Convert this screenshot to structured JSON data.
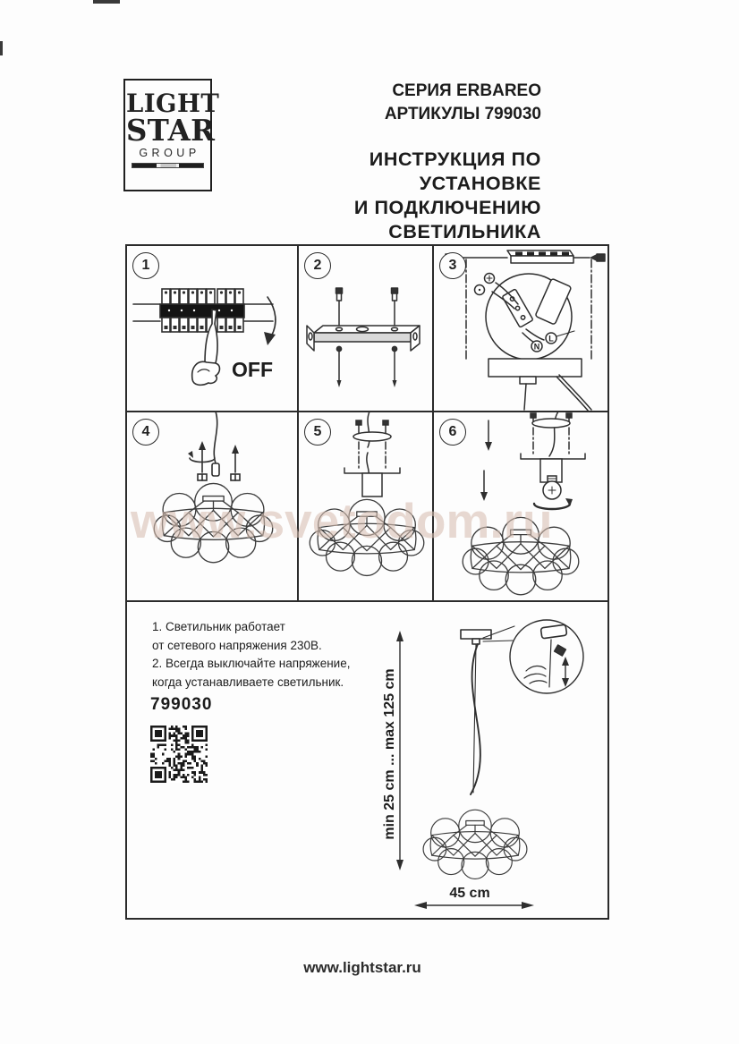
{
  "document": {
    "background": "#fdfdfd",
    "ink_color": "#2e2e2e",
    "watermark_text": "www.svetodom.ru",
    "watermark_color": "#d8bfb2",
    "footer_url": "www.lightstar.ru"
  },
  "logo": {
    "line1": "LIGHT",
    "line2": "STAR",
    "line3": "GROUP"
  },
  "header": {
    "series": "СЕРИЯ ERBAREO",
    "articles": "АРТИКУЛЫ 799030",
    "title_line1": "ИНСТРУКЦИЯ ПО УСТАНОВКЕ",
    "title_line2": "И ПОДКЛЮЧЕНИЮ СВЕТИЛЬНИКА"
  },
  "steps": [
    {
      "number": "1",
      "caption": "OFF"
    },
    {
      "number": "2"
    },
    {
      "number": "3",
      "wire_labels": {
        "l": "L",
        "n": "N"
      }
    },
    {
      "number": "4"
    },
    {
      "number": "5"
    },
    {
      "number": "6"
    }
  ],
  "notes": {
    "line1": "1. Светильник работает",
    "line2": "от сетевого напряжения 230В.",
    "line3": "2. Всегда выключайте напряжение,",
    "line4": "когда устанавливаете светильник."
  },
  "article_number": "799030",
  "dimensions": {
    "suspension_height": "min 25 cm ... max 125 cm",
    "shade_width": "45 cm"
  }
}
